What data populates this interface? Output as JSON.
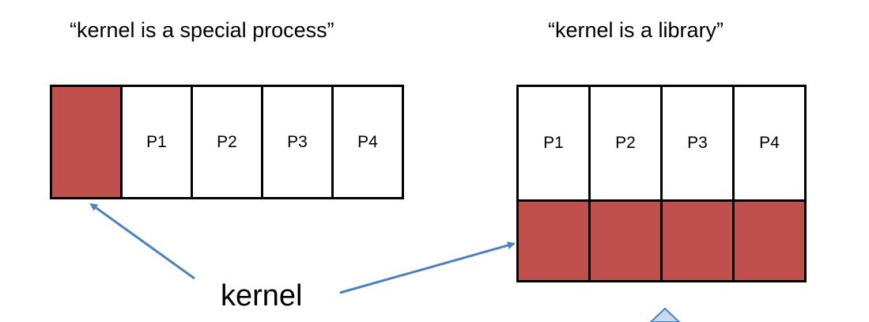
{
  "left": {
    "title": "“kernel is a special process”",
    "cells": [
      "",
      "P1",
      "P2",
      "P3",
      "P4"
    ]
  },
  "right": {
    "title": "“kernel is a library”",
    "process_cells": [
      "P1",
      "P2",
      "P3",
      "P4"
    ]
  },
  "label": "kernel",
  "colors": {
    "kernel_fill": "#c0504d",
    "arrow": "#4f81bd",
    "border": "#000000"
  }
}
